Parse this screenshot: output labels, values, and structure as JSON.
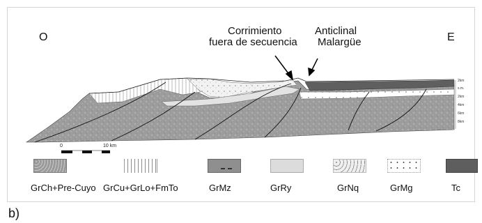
{
  "figure": {
    "west_label": "O",
    "east_label": "E",
    "annotation_thrust_line1": "Corrimiento",
    "annotation_thrust_line2": "fuera de secuencia",
    "annotation_anticline_line1": "Anticlinal",
    "annotation_anticline_line2": "Malargüe",
    "scale_start": "0",
    "scale_end": "10 km",
    "depth_ticks": [
      "2km",
      "s.m.",
      "2km",
      "4km",
      "6km",
      "8km"
    ],
    "caption": "b)"
  },
  "legend": [
    {
      "label": "GrCh+Pre-Cuyo",
      "pattern": "grey-speckled",
      "color": "#9a9a9a"
    },
    {
      "label": "GrCu+GrLo+FmTo",
      "pattern": "vertical-lines",
      "color": "#ffffff"
    },
    {
      "label": "GrMz",
      "pattern": "medium-grey-dashes",
      "color": "#8f8f8f"
    },
    {
      "label": "GrRy",
      "pattern": "light-grey",
      "color": "#dcdcdc"
    },
    {
      "label": "GrNq",
      "pattern": "light-dotted",
      "color": "#eeeeee"
    },
    {
      "label": "GrMg",
      "pattern": "sparse-dots",
      "color": "#ffffff"
    },
    {
      "label": "Tc",
      "pattern": "dark-grey",
      "color": "#5e5e5e"
    }
  ]
}
